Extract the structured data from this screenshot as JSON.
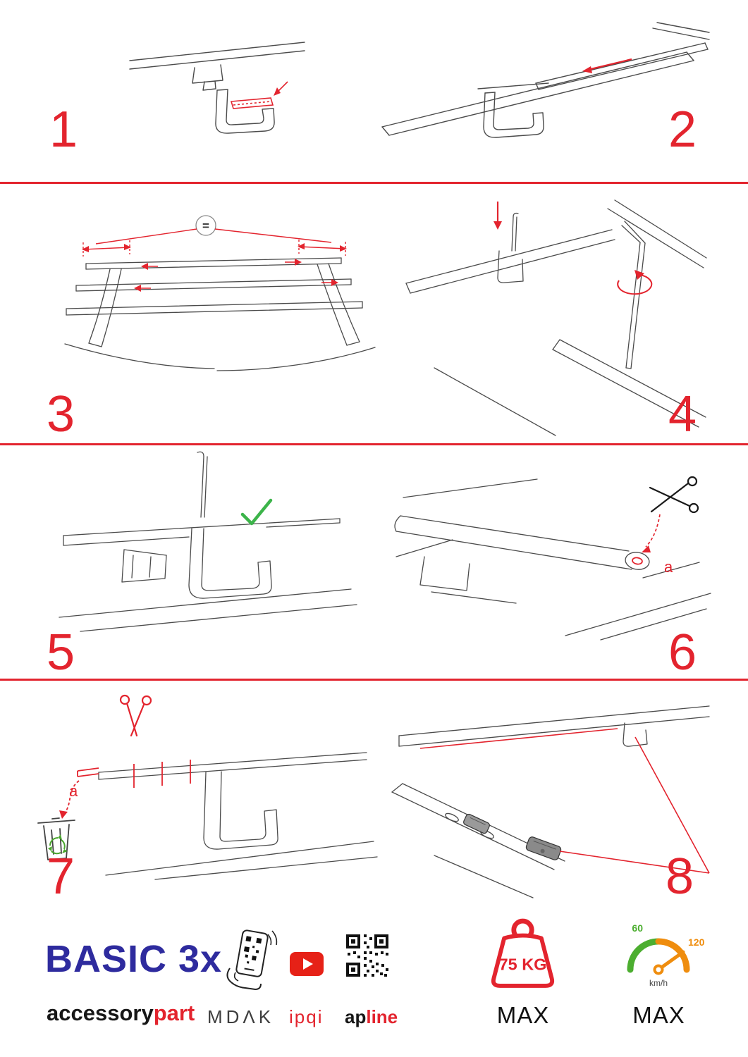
{
  "colors": {
    "accent_red": "#e3242e",
    "brand_blue": "#2e2b9e",
    "green": "#3cb44a",
    "orange": "#ef8d0e"
  },
  "steps": [
    {
      "number": "1"
    },
    {
      "number": "2"
    },
    {
      "number": "3"
    },
    {
      "number": "4"
    },
    {
      "number": "5"
    },
    {
      "number": "6"
    },
    {
      "number": "7"
    },
    {
      "number": "8"
    }
  ],
  "callouts": {
    "equal_sign": "=",
    "label_a_step6": "a",
    "label_a_step7": "a"
  },
  "footer": {
    "brand": {
      "title": "BASIC 3x",
      "subtitle_black": "accessory",
      "subtitle_red": "part"
    },
    "partners": {
      "mdak": "MDΛK",
      "ipqi": "ipqi",
      "apline_black": "ap",
      "apline_red": "line"
    },
    "weight": {
      "value": "75 KG",
      "max": "MAX"
    },
    "speed": {
      "low": "60",
      "high": "120",
      "unit": "km/h",
      "max": "MAX"
    }
  }
}
